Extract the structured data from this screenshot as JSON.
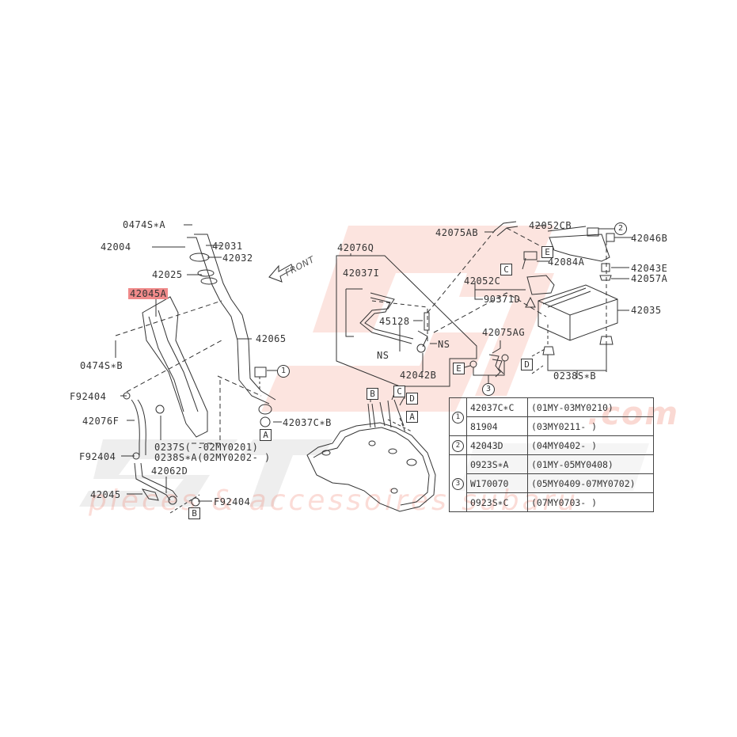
{
  "diagram": {
    "type": "exploded-parts-diagram",
    "subject": "Fuel tank / filler pipe / evaporative canister assembly",
    "highlight_color": "#f08a8a",
    "line_color": "#333333",
    "watermark_color": "#f0826e",
    "front_indicator": "FRONT",
    "watermark": {
      "brand": "SteraDesign",
      "tagline": "pieces & accessoires subaru",
      "suffix": ".com"
    }
  },
  "labels": {
    "p0474SA": "0474S∗A",
    "p42004": "42004",
    "p42031": "42031",
    "p42032": "42032",
    "p42025": "42025",
    "p42045A": "42045A",
    "p0474SB": "0474S∗B",
    "p42065": "42065",
    "pF92404a": "F92404",
    "p42076F": "42076F",
    "p0237S": "0237S(     -02MY0201)",
    "p0238SA": "0238S∗A(02MY0202-    )",
    "pF92404b": "F92404",
    "p42062D": "42062D",
    "p42045": "42045",
    "pF92404c": "F92404",
    "p42037CB": "42037C∗B",
    "p42076Q": "42076Q",
    "p42037I": "42037I",
    "p45128": "45128",
    "pNS1": "NS",
    "pNS2": "NS",
    "p42042B": "42042B",
    "p42075AB": "42075AB",
    "p42052CB": "42052CB",
    "p42046B": "42046B",
    "p42084A": "42084A",
    "p42043E": "42043E",
    "p42057A": "42057A",
    "p42052C": "42052C",
    "p90371D": "90371D",
    "p42035": "42035",
    "p42075AG": "42075AG",
    "p0238SB": "0238S∗B"
  },
  "refs": {
    "A1": "A",
    "A2": "A",
    "B1": "B",
    "B2": "B",
    "C1": "C",
    "C2": "C",
    "D1": "D",
    "D2": "D",
    "E1": "E",
    "E2": "E",
    "c1": "1",
    "c2": "2",
    "c3": "3"
  },
  "supersession_table": {
    "rows": [
      {
        "ref": "1",
        "part": "42037C∗C",
        "range": "(01MY-03MY0210)"
      },
      {
        "ref": "",
        "part": "81904",
        "range": "(03MY0211-     )"
      },
      {
        "ref": "2",
        "part": "42043D",
        "range": "(04MY0402-     )"
      },
      {
        "ref": "3",
        "part": "0923S∗A",
        "range": "(01MY-05MY0408)"
      },
      {
        "ref": "",
        "part": "W170070",
        "range": "(05MY0409-07MY0702)"
      },
      {
        "ref": "",
        "part": "0923S∗C",
        "range": "(07MY0703-     )"
      }
    ]
  }
}
